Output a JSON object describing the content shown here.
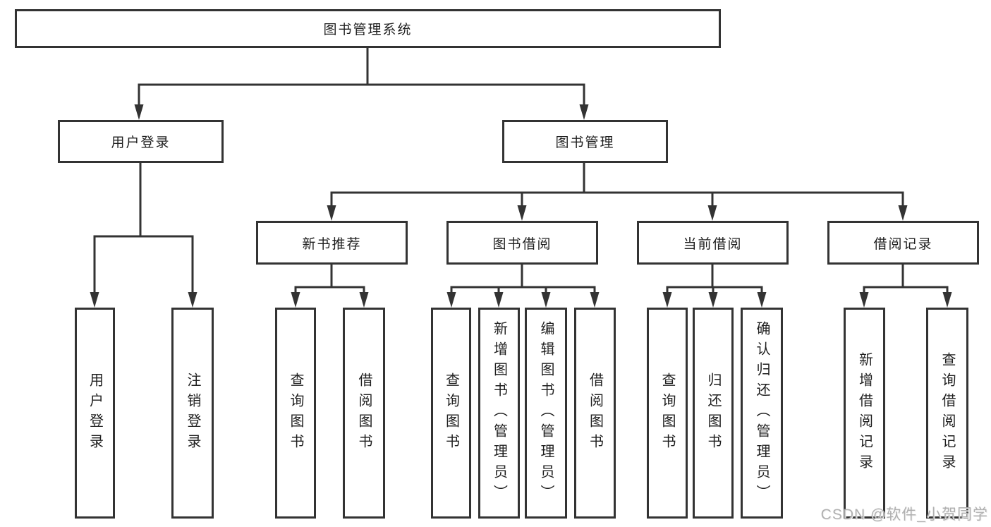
{
  "diagram": {
    "root": {
      "label": "图书管理系统",
      "children": [
        {
          "label": "用户登录",
          "children": [
            {
              "label": "用户登录"
            },
            {
              "label": "注销登录"
            }
          ]
        },
        {
          "label": "图书管理",
          "children": [
            {
              "label": "新书推荐",
              "children": [
                {
                  "label": "查询图书"
                },
                {
                  "label": "借阅图书"
                }
              ]
            },
            {
              "label": "图书借阅",
              "children": [
                {
                  "label": "查询图书"
                },
                {
                  "label": "新增图书（管理员）"
                },
                {
                  "label": "编辑图书（管理员）"
                },
                {
                  "label": "借阅图书"
                }
              ]
            },
            {
              "label": "当前借阅",
              "children": [
                {
                  "label": "查询图书"
                },
                {
                  "label": "归还图书"
                },
                {
                  "label": "确认归还（管理员）"
                }
              ]
            },
            {
              "label": "借阅记录",
              "children": [
                {
                  "label": "新增借阅记录"
                },
                {
                  "label": "查询借阅记录"
                }
              ]
            }
          ]
        }
      ]
    }
  },
  "watermark": {
    "text": "CSDN @软件_小贺同学"
  },
  "colors": {
    "line": "#333333",
    "box_background": "#ffffff",
    "text": "#1f1f1f",
    "watermark": "#b0b0b0"
  }
}
